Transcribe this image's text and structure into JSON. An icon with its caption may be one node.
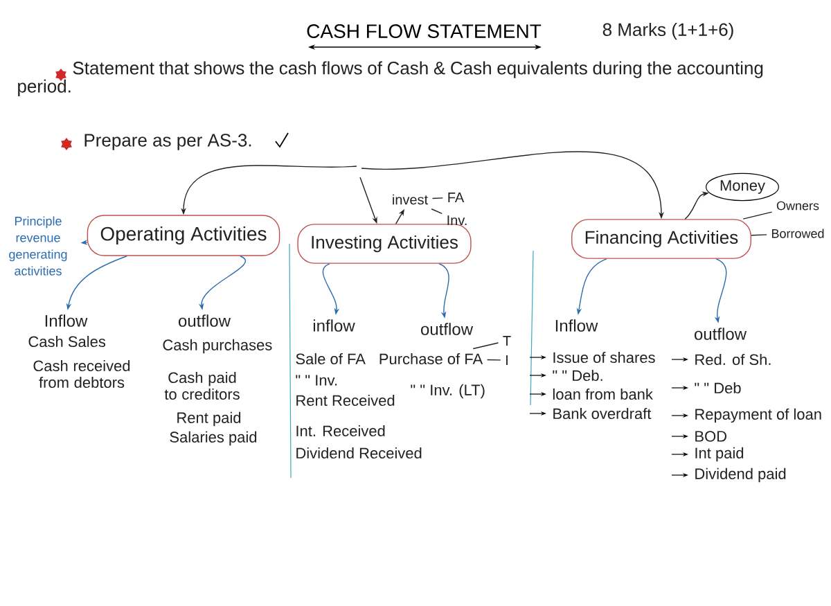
{
  "diagram": {
    "title": "CASH FLOW STATEMENT",
    "nodes": [
      {
        "text": [
          "Operating Activities"
        ]
      },
      {
        "text": [
          "Investing Activities"
        ]
      },
      {
        "text": [
          "Financing Activities"
        ]
      },
      {
        "text": [
          "Inflow"
        ]
      },
      {
        "text": [
          "outflow"
        ]
      },
      {
        "text": [
          "inflow"
        ]
      },
      {
        "text": [
          "outflow"
        ]
      },
      {
        "text": [
          "Inflow"
        ]
      },
      {
        "text": [
          "outflow"
        ]
      },
      {
        "text": [
          "Principle revenue generating activities"
        ]
      },
      {
        "text": [
          "Money"
        ]
      },
      {
        "text": [
          "invest"
        ]
      },
      {
        "text": [
          "FA"
        ]
      },
      {
        "text": [
          "Inv."
        ]
      },
      {
        "text": [
          "Owners"
        ]
      },
      {
        "text": [
          "Borrowed"
        ]
      },
      {
        "text": [
          "Purchase of FA"
        ]
      },
      {
        "text": [
          "T"
        ]
      },
      {
        "text": [
          "I"
        ]
      }
    ],
    "edges": [
      {
        "from": null,
        "to": 0,
        "arrow": "to"
      },
      {
        "from": null,
        "to": 1,
        "arrow": "to"
      },
      {
        "from": null,
        "to": 2,
        "arrow": "to"
      },
      {
        "from": 0,
        "to": 3,
        "arrow": "to",
        "color": "#2b6cb0"
      },
      {
        "from": 0,
        "to": 4,
        "arrow": "to",
        "color": "#2b6cb0"
      },
      {
        "from": 1,
        "to": 5,
        "arrow": "to",
        "color": "#2b6cb0"
      },
      {
        "from": 1,
        "to": 6,
        "arrow": "to",
        "color": "#2b6cb0"
      },
      {
        "from": 2,
        "to": 7,
        "arrow": "to",
        "color": "#2b6cb0"
      },
      {
        "from": 2,
        "to": 8,
        "arrow": "to",
        "color": "#2b6cb0"
      },
      {
        "from": 0,
        "to": 9,
        "arrow": "to",
        "color": "#2b6cb0"
      },
      {
        "from": 1,
        "to": 11,
        "arrow": "to"
      },
      {
        "from": 2,
        "to": 10,
        "arrow": "to"
      },
      {
        "from": 11,
        "to": 12,
        "arrow": "none"
      },
      {
        "from": 11,
        "to": 13,
        "arrow": "none"
      },
      {
        "from": 2,
        "to": 14,
        "arrow": "none"
      },
      {
        "from": 2,
        "to": 15,
        "arrow": "none"
      },
      {
        "from": 16,
        "to": 17,
        "arrow": "none"
      },
      {
        "from": 16,
        "to": 18,
        "arrow": "none"
      }
    ],
    "labels": [
      "8 Marks (1+1+6)",
      "Statement that shows the cash flows of Cash & Cash equivalents during the accounting period.",
      "Prepare as per AS-3.",
      "Cash Sales",
      "Cash received from debtors",
      "Cash purchases",
      "Cash paid to creditors",
      "Rent paid",
      "Salaries paid",
      "Sale of FA",
      "\" \" Inv.",
      "Rent Received",
      "Int. Received",
      "Dividend Received",
      "\" \" Inv. (LT)",
      "Issue of shares",
      "\" \" Deb.",
      "loan from bank",
      "Bank overdraft",
      "Red. of Sh.",
      "\" \" Deb",
      "Repayment of loan",
      "BOD",
      "Int paid",
      "Dividend paid"
    ]
  }
}
